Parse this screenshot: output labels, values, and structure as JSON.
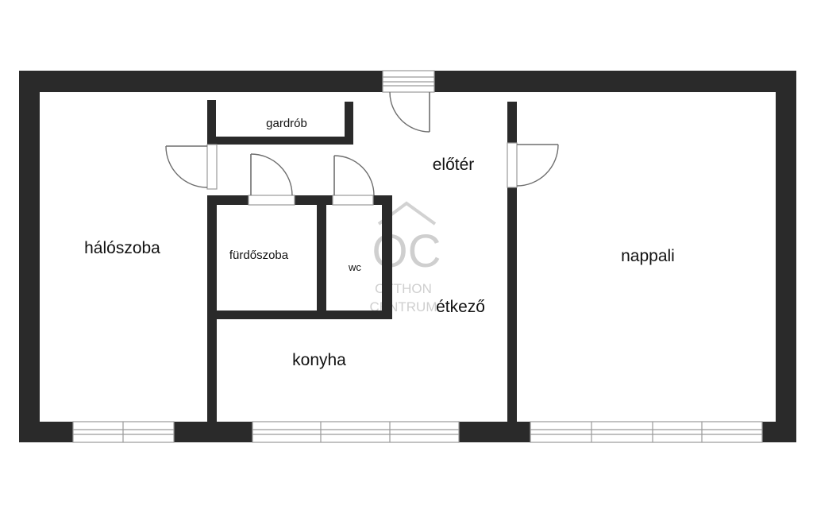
{
  "plan": {
    "rooms": {
      "hall": "előtér",
      "wardrobe": "gardrób",
      "bedroom": "hálószoba",
      "bathroom": "fürdőszoba",
      "wc": "wc",
      "kitchen": "konyha",
      "dining": "étkező",
      "living": "nappali"
    },
    "watermark": {
      "monogram": "OC",
      "line1": "OTTHON",
      "line2": "CENTRUM"
    }
  },
  "colors": {
    "wall": "#2a2a2a",
    "fixture_lines": "#9a9a9a",
    "watermark": "#cfcfcf"
  }
}
